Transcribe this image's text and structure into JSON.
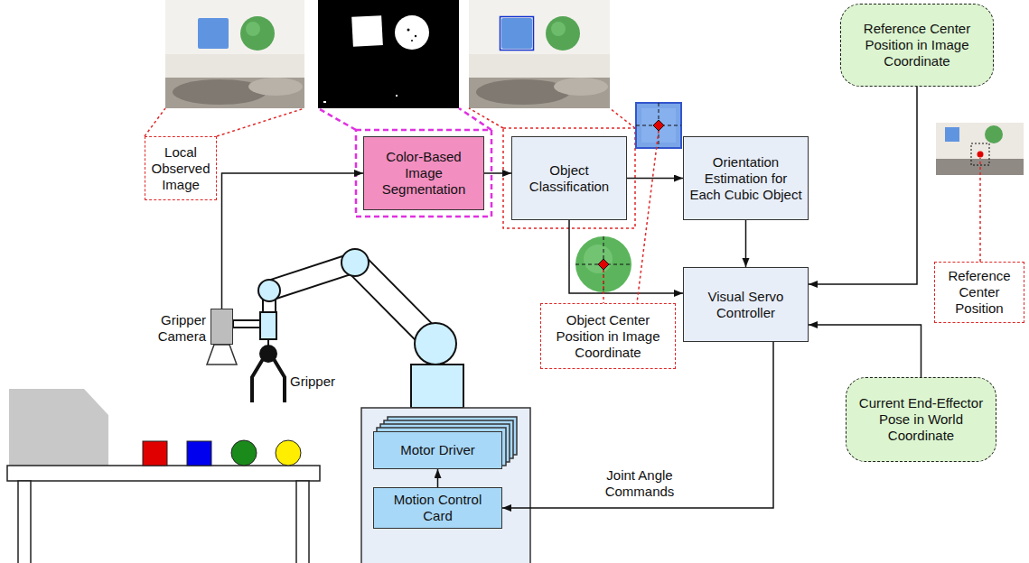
{
  "diagram": {
    "nodes": [
      {
        "text": [
          "Local Observed Image"
        ]
      },
      {
        "text": [
          "Color-Based Image Segmentation"
        ]
      },
      {
        "text": [
          "Object Classification"
        ]
      },
      {
        "text": [
          "Orientation Estimation for Each Cubic Object"
        ]
      },
      {
        "text": [
          "Reference Center Position in Image Coordinate"
        ]
      },
      {
        "text": [
          "Reference Center Position"
        ]
      },
      {
        "text": [
          "Gripper Camera"
        ]
      },
      {
        "text": [
          "Visual Servo Controller"
        ]
      },
      {
        "text": [
          "Object Center Position in Image Coordinate"
        ]
      },
      {
        "text": [
          "Current End-Effector Pose in World Coordinate"
        ]
      },
      {
        "text": [
          "Motor Driver"
        ]
      },
      {
        "text": [
          "Motion Control Card"
        ]
      }
    ],
    "edges": [
      {
        "from": 6,
        "to": 1,
        "arrow": "to"
      },
      {
        "from": 1,
        "to": 2,
        "arrow": "to"
      },
      {
        "from": 2,
        "to": 3,
        "arrow": "to"
      },
      {
        "from": 2,
        "to": 7,
        "arrow": "to"
      },
      {
        "from": 3,
        "to": 7,
        "arrow": "to"
      },
      {
        "from": 4,
        "to": 7,
        "arrow": "to"
      },
      {
        "from": 9,
        "to": 7,
        "arrow": "to"
      },
      {
        "from": 7,
        "to": 11,
        "label": "Joint Angle Commands",
        "arrow": "to"
      },
      {
        "from": 11,
        "to": 10,
        "arrow": "to"
      }
    ],
    "labels": [
      "Gripper"
    ]
  }
}
